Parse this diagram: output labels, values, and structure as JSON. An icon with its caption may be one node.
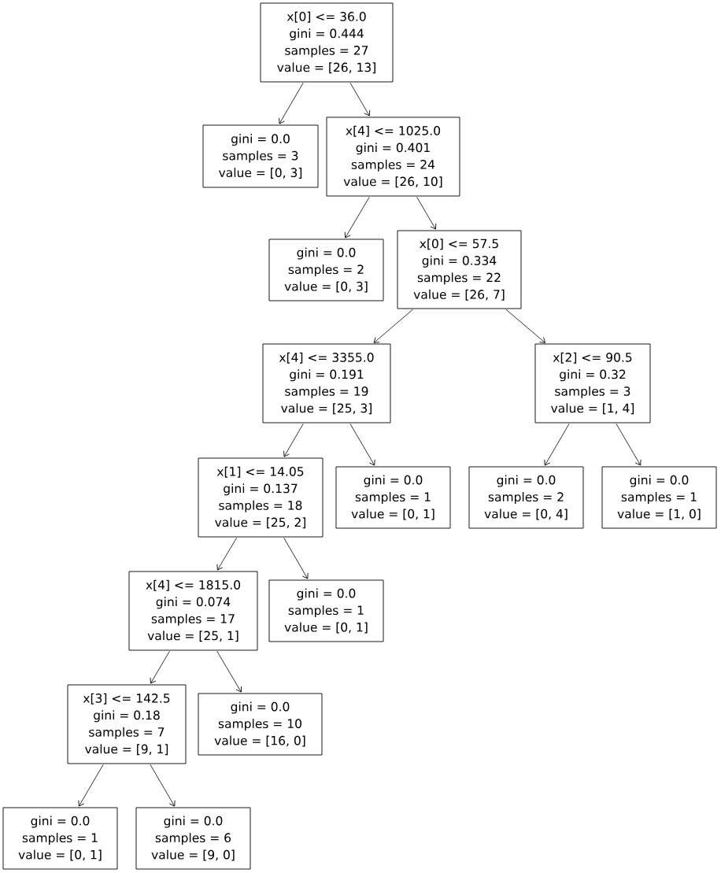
{
  "diagram": {
    "nodes": [
      {
        "text": [
          "x[0] <= 36.0",
          "gini = 0.444",
          "samples = 27",
          "value = [26, 13]"
        ]
      },
      {
        "text": [
          "gini = 0.0",
          "samples = 3",
          "value = [0, 3]"
        ]
      },
      {
        "text": [
          "x[4] <= 1025.0",
          "gini = 0.401",
          "samples = 24",
          "value = [26, 10]"
        ]
      },
      {
        "text": [
          "gini = 0.0",
          "samples = 2",
          "value = [0, 3]"
        ]
      },
      {
        "text": [
          "x[0] <= 57.5",
          "gini = 0.334",
          "samples = 22",
          "value = [26, 7]"
        ]
      },
      {
        "text": [
          "x[4] <= 3355.0",
          "gini = 0.191",
          "samples = 19",
          "value = [25, 3]"
        ]
      },
      {
        "text": [
          "x[2] <= 90.5",
          "gini = 0.32",
          "samples = 3",
          "value = [1, 4]"
        ]
      },
      {
        "text": [
          "x[1] <= 14.05",
          "gini = 0.137",
          "samples = 18",
          "value = [25, 2]"
        ]
      },
      {
        "text": [
          "gini = 0.0",
          "samples = 1",
          "value = [0, 1]"
        ]
      },
      {
        "text": [
          "gini = 0.0",
          "samples = 2",
          "value = [0, 4]"
        ]
      },
      {
        "text": [
          "gini = 0.0",
          "samples = 1",
          "value = [1, 0]"
        ]
      },
      {
        "text": [
          "x[4] <= 1815.0",
          "gini = 0.074",
          "samples = 17",
          "value = [25, 1]"
        ]
      },
      {
        "text": [
          "gini = 0.0",
          "samples = 1",
          "value = [0, 1]"
        ]
      },
      {
        "text": [
          "x[3] <= 142.5",
          "gini = 0.18",
          "samples = 7",
          "value = [9, 1]"
        ]
      },
      {
        "text": [
          "gini = 0.0",
          "samples = 10",
          "value = [16, 0]"
        ]
      },
      {
        "text": [
          "gini = 0.0",
          "samples = 1",
          "value = [0, 1]"
        ]
      },
      {
        "text": [
          "gini = 0.0",
          "samples = 6",
          "value = [9, 0]"
        ]
      }
    ],
    "edges": [
      {
        "from": 0,
        "to": 1,
        "arrow": "to"
      },
      {
        "from": 0,
        "to": 2,
        "arrow": "to"
      },
      {
        "from": 2,
        "to": 3,
        "arrow": "to"
      },
      {
        "from": 2,
        "to": 4,
        "arrow": "to"
      },
      {
        "from": 4,
        "to": 5,
        "arrow": "to"
      },
      {
        "from": 4,
        "to": 6,
        "arrow": "to"
      },
      {
        "from": 5,
        "to": 7,
        "arrow": "to"
      },
      {
        "from": 5,
        "to": 8,
        "arrow": "to"
      },
      {
        "from": 6,
        "to": 9,
        "arrow": "to"
      },
      {
        "from": 6,
        "to": 10,
        "arrow": "to"
      },
      {
        "from": 7,
        "to": 11,
        "arrow": "to"
      },
      {
        "from": 7,
        "to": 12,
        "arrow": "to"
      },
      {
        "from": 11,
        "to": 13,
        "arrow": "to"
      },
      {
        "from": 11,
        "to": 14,
        "arrow": "to"
      },
      {
        "from": 13,
        "to": 15,
        "arrow": "to"
      },
      {
        "from": 13,
        "to": 16,
        "arrow": "to"
      }
    ]
  }
}
